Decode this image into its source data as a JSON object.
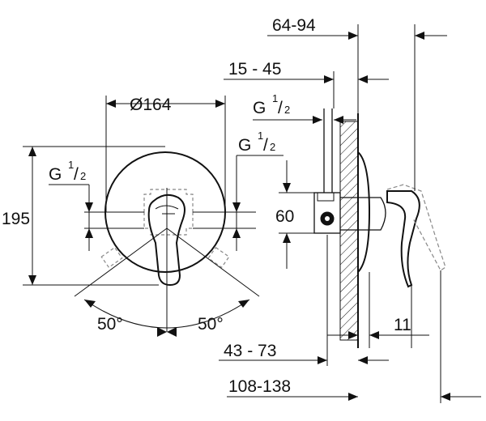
{
  "dimensions": {
    "width_range": "64-94",
    "wall_range": "15 - 45",
    "diameter": "Ø164",
    "height": "195",
    "connection_height": "60",
    "angle_left": "50°",
    "angle_right": "50°",
    "depth_range": "43 - 73",
    "total_range": "108-138",
    "lever_offset": "11"
  },
  "thread_labels": [
    {
      "base": "G",
      "numerator": "1",
      "denominator": "2"
    },
    {
      "base": "G",
      "numerator": "1",
      "denominator": "2"
    },
    {
      "base": "G",
      "numerator": "1",
      "denominator": "2"
    }
  ]
}
